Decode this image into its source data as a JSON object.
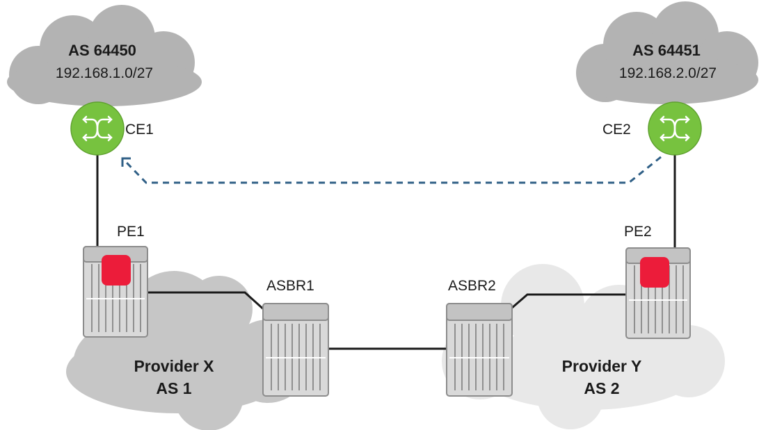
{
  "sites": {
    "left": {
      "as_name": "AS 64450",
      "prefix": "192.168.1.0/27"
    },
    "right": {
      "as_name": "AS 64451",
      "prefix": "192.168.2.0/27"
    }
  },
  "devices": {
    "ce1": "CE1",
    "ce2": "CE2",
    "pe1": "PE1",
    "pe2": "PE2",
    "asbr1": "ASBR1",
    "asbr2": "ASBR2"
  },
  "providers": {
    "x": {
      "name": "Provider X",
      "as": "AS 1"
    },
    "y": {
      "name": "Provider Y",
      "as": "AS 2"
    }
  },
  "colors": {
    "ce_switch": "#77c23f",
    "pe_highlight": "#ec1c3a",
    "route_arrow": "#2f5f86",
    "site_cloud": "#b3b3b3"
  },
  "icons": {
    "ce": "switch-icon",
    "pe": "router-icon",
    "asbr": "router-icon"
  }
}
